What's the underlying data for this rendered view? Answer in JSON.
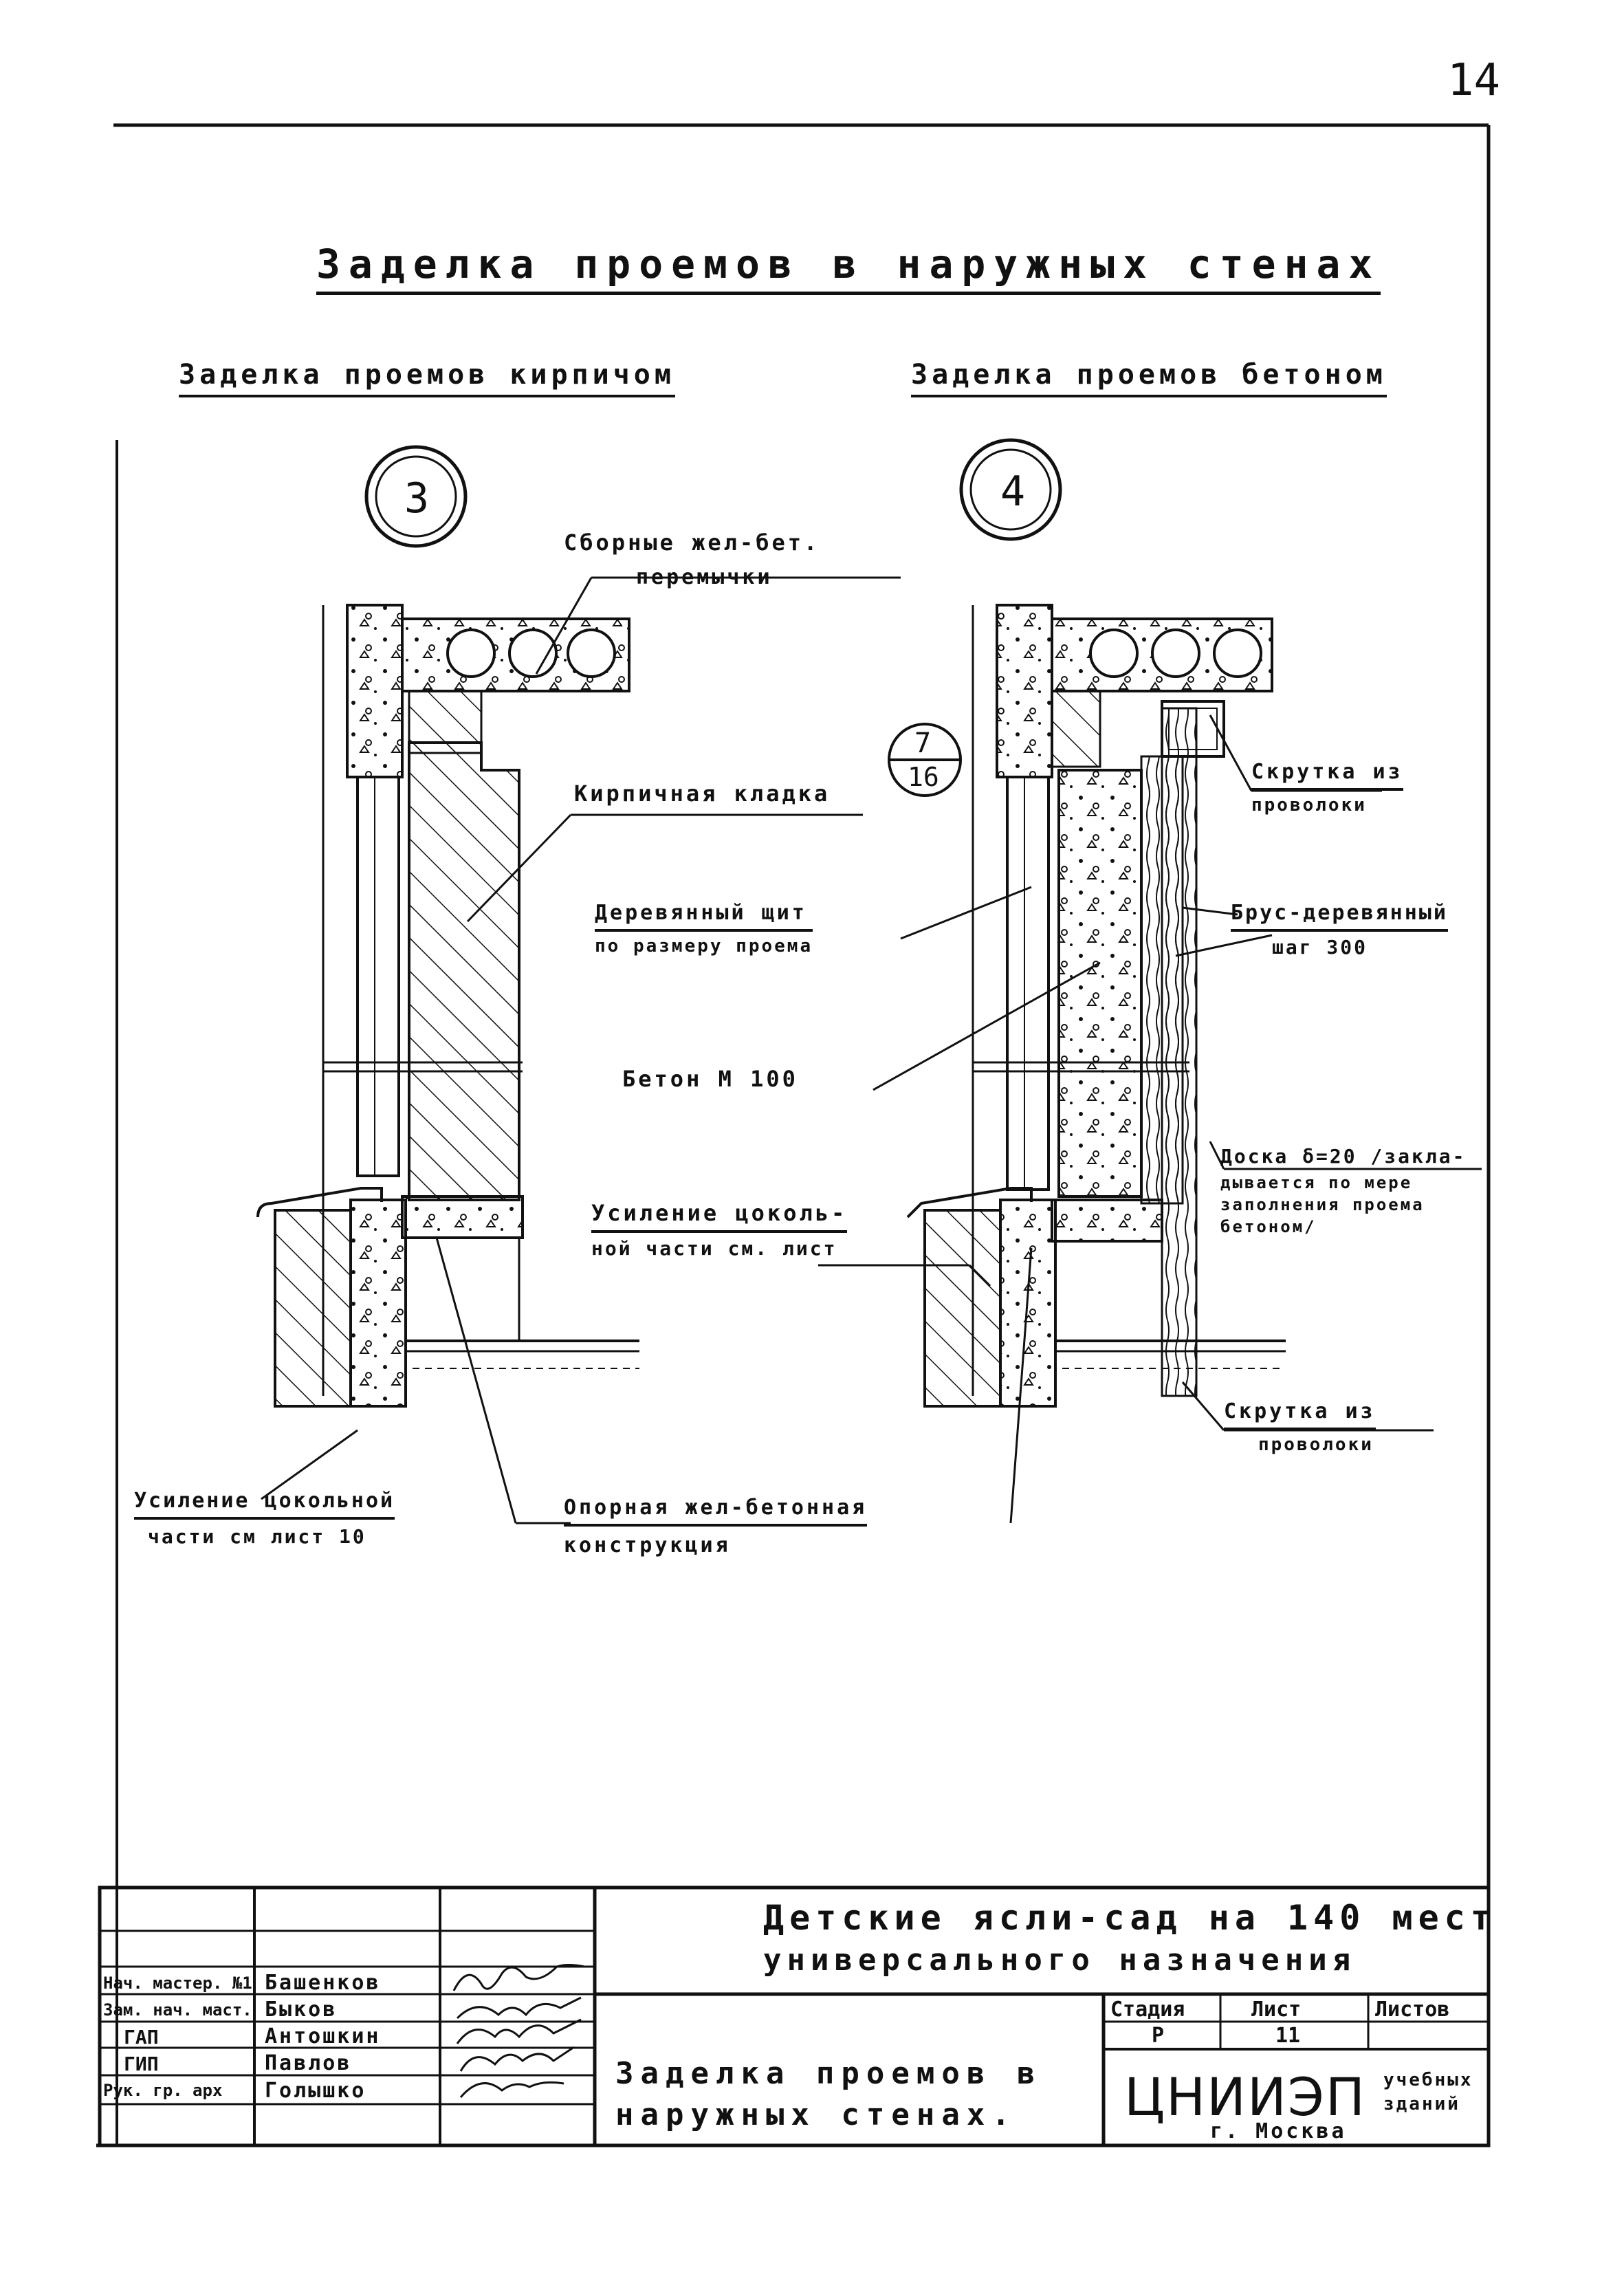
{
  "sheet_number": "14",
  "main_title": "Заделка проемов в наружных стенах",
  "left_section": {
    "title": "Заделка проемов кирпичом",
    "callout": "3",
    "labels": {
      "lintels": [
        "Сборные жел-бет.",
        "перемычки"
      ],
      "brickwork": "Кирпичная кладка",
      "wood_shield": [
        "Деревянный щит",
        "по размеру проема"
      ],
      "concrete": "Бетон М 100",
      "reinforcement_plinth": [
        "Усиление цоколь-",
        "ной части см. лист"
      ],
      "reinforcement_plinth_left": [
        "Усиление цокольной",
        "части см лист 10"
      ],
      "support_structure": [
        "Опорная жел-бетонная",
        "конструкция"
      ]
    }
  },
  "right_section": {
    "title": "Заделка проемов бетоном",
    "callout": "4",
    "ref_top": "7",
    "ref_bottom": "16",
    "labels": {
      "wire_twist_top": [
        "Скрутка из",
        "проволоки"
      ],
      "timber_shield": [
        "Брус-деревянный",
        "шаг 300"
      ],
      "board": [
        "Доска δ=20 /закла-",
        "дывается по мере",
        "заполнения проема",
        "бетоном/"
      ],
      "wire_twist_bottom": [
        "Скрутка из",
        "проволоки"
      ]
    }
  },
  "title_block": {
    "project": [
      "Детские ясли-сад на 140 мест",
      "универсального назначения"
    ],
    "sheet_title": [
      "Заделка проемов в",
      "наружных стенах."
    ],
    "headers": {
      "stage": "Стадия",
      "sheet": "Лист",
      "sheets": "Листов"
    },
    "values": {
      "stage": "Р",
      "sheet": "11",
      "sheets": ""
    },
    "organization": "ЦНИИЭП",
    "organization_sub": [
      "учебных",
      "зданий"
    ],
    "city": "г. Москва",
    "roles": [
      {
        "role": "Нач. мастер. №1",
        "name": "Башенков"
      },
      {
        "role": "Зам. нач. маст.",
        "name": "Быков"
      },
      {
        "role": "ГАП",
        "name": "Антошкин"
      },
      {
        "role": "ГИП",
        "name": "Павлов"
      },
      {
        "role": "Рук. гр. арх",
        "name": "Голышко"
      }
    ]
  }
}
